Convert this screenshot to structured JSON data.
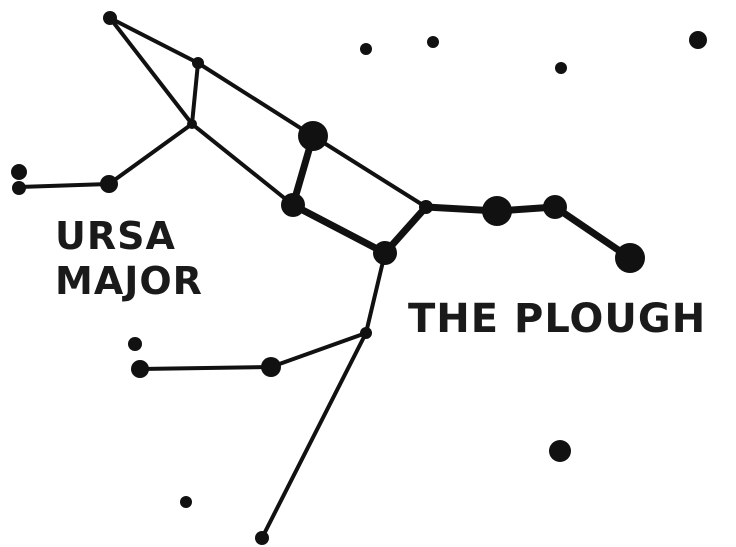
{
  "labels": {
    "ursa_major_line1": "URSA",
    "ursa_major_line2": "MAJOR",
    "plough": "THE PLOUGH"
  },
  "colors": {
    "ink": "#111111",
    "background": "#ffffff"
  }
}
